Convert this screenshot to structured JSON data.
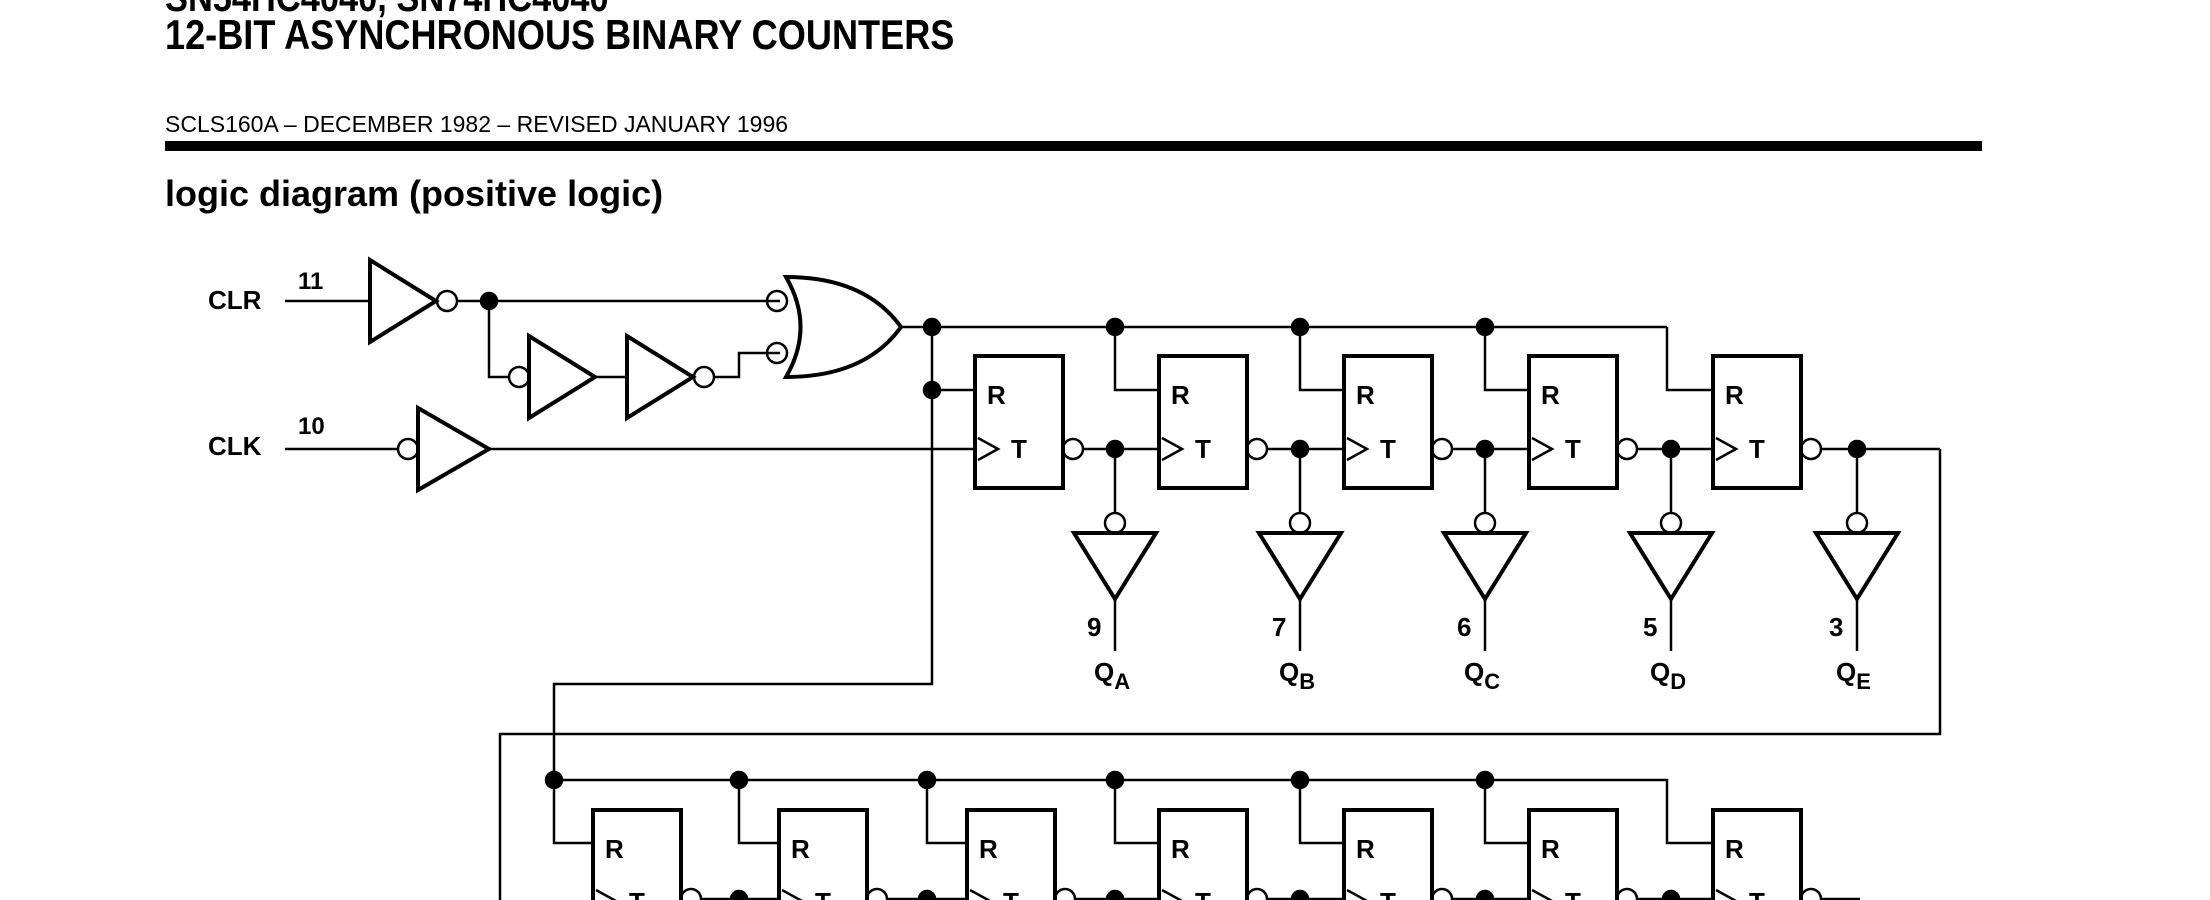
{
  "header": {
    "family_line": "SN54HC4040, SN74HC4040",
    "title": "12-BIT ASYNCHRONOUS BINARY COUNTERS",
    "doc_number": "SCLS160A – DECEMBER 1982 – REVISED JANUARY 1996"
  },
  "section": {
    "heading": "logic diagram (positive logic)"
  },
  "diagram": {
    "inputs": [
      {
        "label": "CLR",
        "pin": "11"
      },
      {
        "label": "CLK",
        "pin": "10"
      }
    ],
    "flipflop": {
      "reset_label": "R",
      "toggle_label": "T"
    },
    "outputs": [
      {
        "pin": "9",
        "label": "Q",
        "sub": "A"
      },
      {
        "pin": "7",
        "label": "Q",
        "sub": "B"
      },
      {
        "pin": "6",
        "label": "Q",
        "sub": "C"
      },
      {
        "pin": "5",
        "label": "Q",
        "sub": "D"
      },
      {
        "pin": "3",
        "label": "Q",
        "sub": "E"
      }
    ]
  }
}
